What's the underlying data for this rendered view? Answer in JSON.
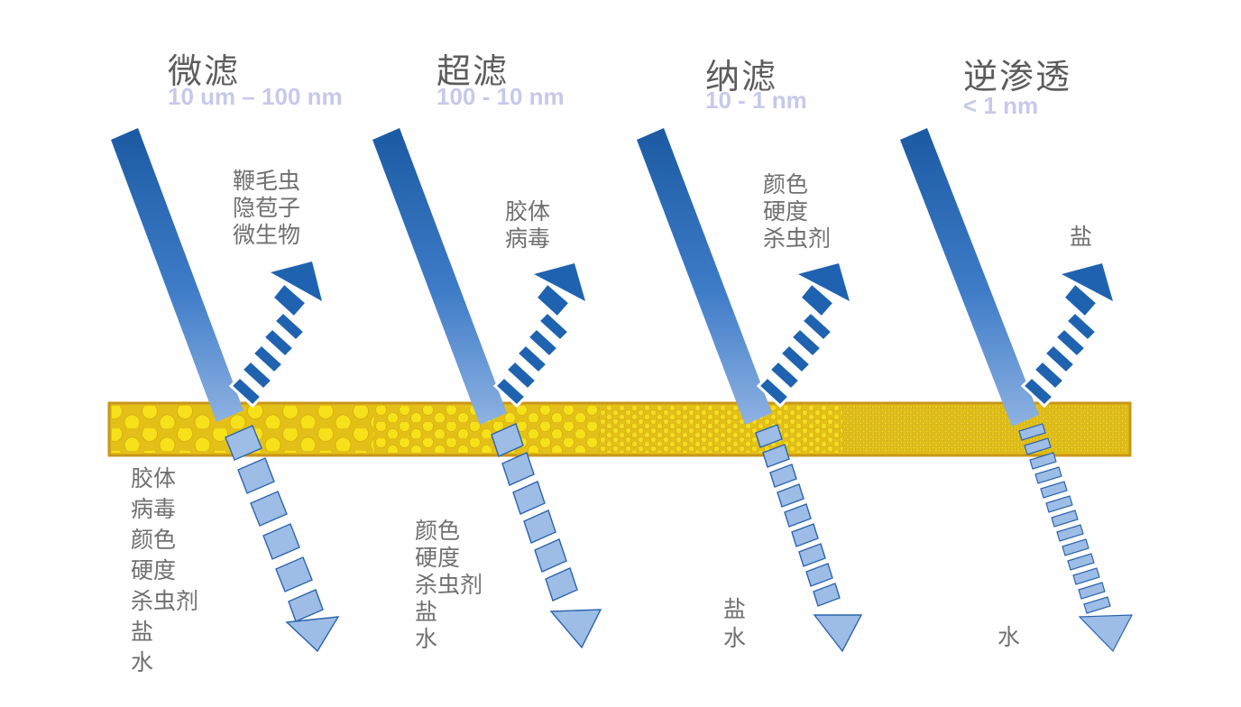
{
  "columns": [
    {
      "title": "微滤",
      "range": "10 um – 100 nm",
      "rejected": [
        "鞭毛虫",
        "隐苞子",
        "微生物"
      ],
      "passed": [
        "胶体",
        "病毒",
        "颜色",
        "硬度",
        "杀虫剂",
        "盐",
        "水"
      ]
    },
    {
      "title": "超滤",
      "range": "100 - 10 nm",
      "rejected": [
        "胶体",
        "病毒"
      ],
      "passed": [
        "颜色",
        "硬度",
        "杀虫剂",
        "盐",
        "水"
      ]
    },
    {
      "title": "纳滤",
      "range": "10 - 1 nm",
      "rejected": [
        "颜色",
        "硬度",
        "杀虫剂"
      ],
      "passed": [
        "盐",
        "水"
      ]
    },
    {
      "title": "逆渗透",
      "range": "< 1 nm",
      "rejected": [
        "盐"
      ],
      "passed": [
        "水"
      ]
    }
  ],
  "colors": {
    "arrow_dark": "#1b5aa3",
    "arrow_light": "#8eb2e2",
    "membrane_fill": "#e3c017",
    "membrane_border": "#c9961a",
    "pore": "#f6e11a",
    "title_text": "#5c5c5c",
    "range_text": "#c6c9ea",
    "label_text": "#707070"
  }
}
